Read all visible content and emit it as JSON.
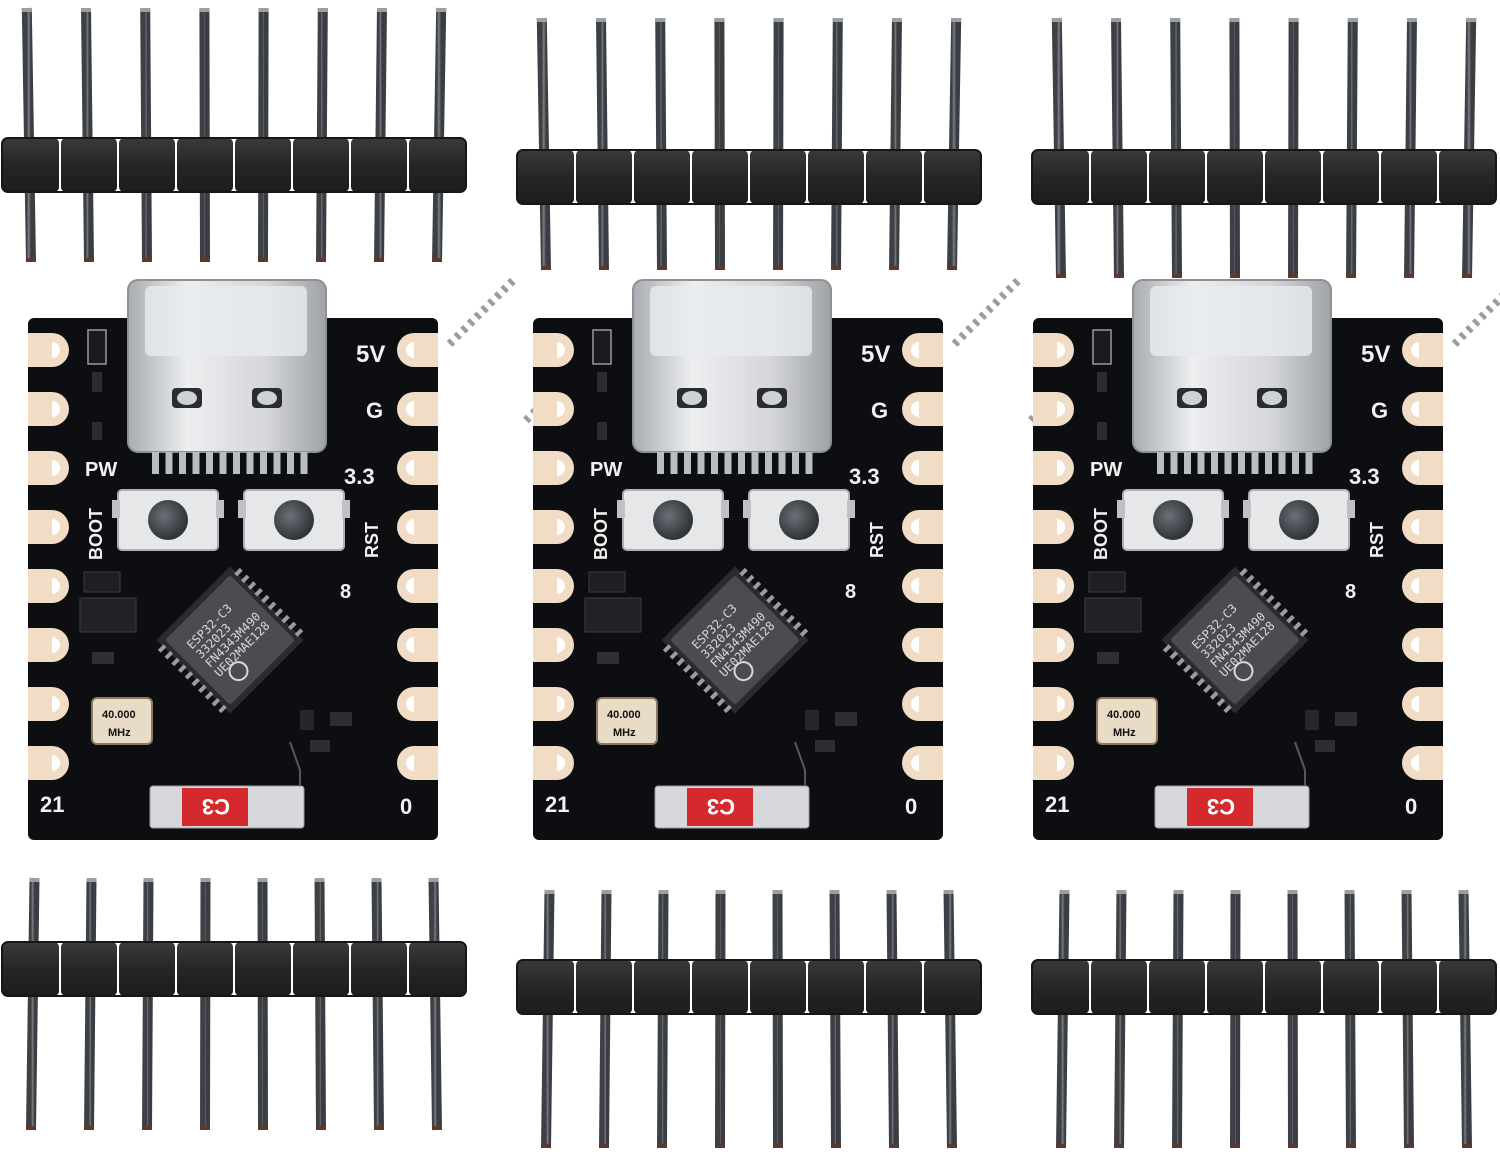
{
  "image": {
    "subject": "three-board-pack",
    "boards_count": 3,
    "headers_per_board": 2,
    "pins_per_header": 8
  },
  "colors": {
    "background": "#ffffff",
    "pcb": "#0d0e11",
    "pad_gold": "#f1dcc5",
    "silkscreen": "#f2f2f2",
    "header_plastic": "#2b2b2b",
    "pin_metal": "#555a5e",
    "usb_metal": "#c9cbce",
    "button_housing": "#e6e7e8",
    "chip_body": "#4a4c50",
    "crystal_body": "#e8dcc7",
    "c3_label": "#d42a2e"
  },
  "board": {
    "label_5v": "5V",
    "label_g": "G",
    "label_pw": "PW",
    "label_33": "3.3",
    "label_boot": "BOOT",
    "label_rst": "RST",
    "label_8": "8",
    "label_21": "21",
    "label_0": "0",
    "label_c3": "C3",
    "crystal_line1": "40.000",
    "crystal_line2": "MHz",
    "chip_line1": "ESP32-C3",
    "chip_line2": "332023",
    "chip_line3": "FN4343M490",
    "chip_line4": "UE02MAE128"
  }
}
